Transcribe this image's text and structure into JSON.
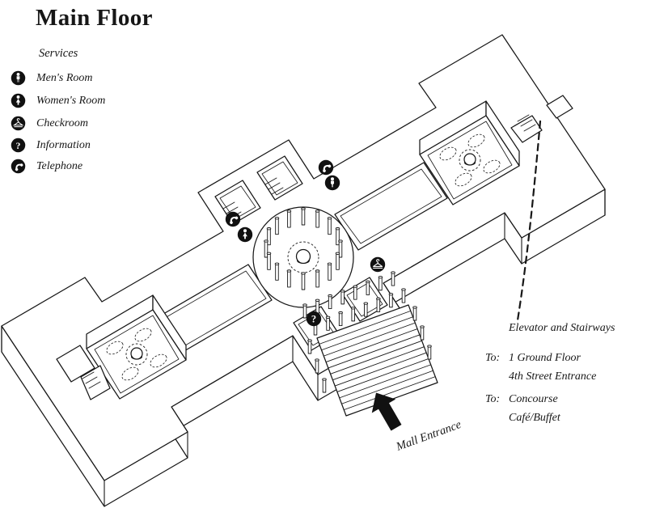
{
  "page": {
    "paper": "#ffffff",
    "ink": "#171717"
  },
  "header": {
    "title": "Main Floor"
  },
  "legend": {
    "heading": "Services",
    "items": [
      {
        "icon": "mens-room-icon",
        "label": "Men's Room"
      },
      {
        "icon": "womens-room-icon",
        "label": "Women's Room"
      },
      {
        "icon": "checkroom-icon",
        "label": "Checkroom"
      },
      {
        "icon": "information-icon",
        "label": "Information"
      },
      {
        "icon": "telephone-icon",
        "label": "Telephone"
      }
    ]
  },
  "map": {
    "entrance_label": "Mall Entrance",
    "markers": [
      "telephone",
      "mens-room",
      "telephone",
      "womens-room",
      "checkroom",
      "information"
    ],
    "callout": {
      "title": "Elevator and Stairways",
      "notes": [
        {
          "prefix": "To:",
          "lines": [
            "1 Ground Floor",
            "4th Street Entrance"
          ]
        },
        {
          "prefix": "To:",
          "lines": [
            "Concourse",
            "Café/Buffet"
          ]
        }
      ]
    }
  }
}
